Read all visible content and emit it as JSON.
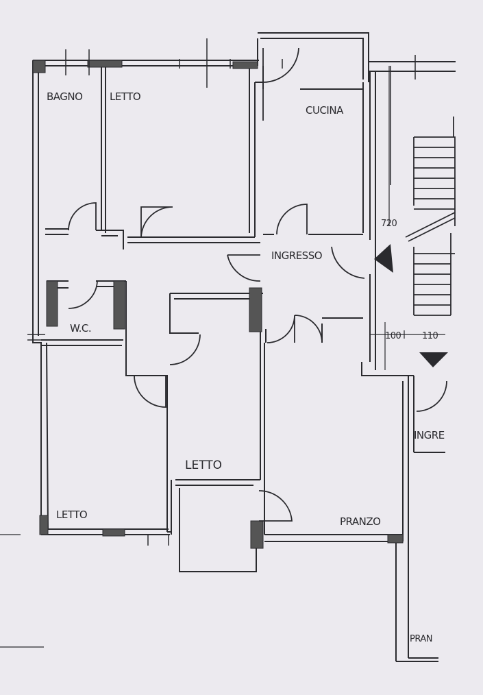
{
  "plan": {
    "rooms": {
      "bagno": "BAGNO",
      "letto_top": "LETTO",
      "cucina": "CUCINA",
      "ingresso": "INGRESSO",
      "wc": "W.C.",
      "letto_center": "LETTO",
      "letto_left": "LETTO",
      "pranzo": "PRANZO",
      "ingre": "INGRE",
      "pran": "PRAN"
    },
    "dimensions": {
      "stair_length": "720",
      "width_a": "100",
      "width_b": "110"
    }
  },
  "colors": {
    "background": "#eceaef",
    "ink": "#2a2a2e",
    "wall_fill": "#ffffff",
    "pillar": "#555555"
  }
}
